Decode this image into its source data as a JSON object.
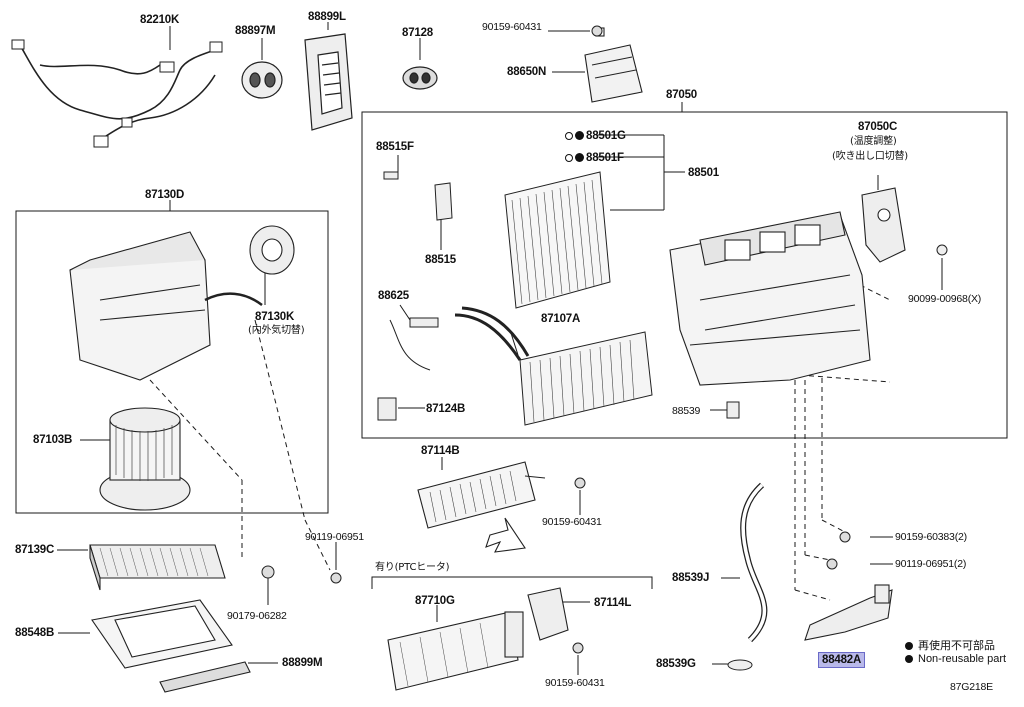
{
  "diagram_id": "87G218E",
  "parts": {
    "p82210K": "82210K",
    "p88897M": "88897M",
    "p88899L": "88899L",
    "p87128": "87128",
    "p9015960431_top": "90159-60431",
    "p88650N": "88650N",
    "p87050": "87050",
    "p87050C": "87050C",
    "p87050C_jp1": "(温度調整)",
    "p87050C_jp2": "(吹き出し口切替)",
    "p88515F": "88515F",
    "p88501G": "88501G",
    "p88501F": "88501F",
    "p88501": "88501",
    "p88515": "88515",
    "p88625": "88625",
    "p87107A": "87107A",
    "p87124B": "87124B",
    "p88539": "88539",
    "p90099": "90099-00968(X)",
    "p87130D": "87130D",
    "p87130K": "87130K",
    "p87130K_jp": "(内外気切替)",
    "p87103B": "87103B",
    "p87114B": "87114B",
    "p9015960431_mid": "90159-60431",
    "p9011906951_left": "90119-06951",
    "p9015960383": "90159-60383(2)",
    "p9011906951_right": "90119-06951(2)",
    "p87139C": "87139C",
    "p9017906282": "90179-06282",
    "p88548B": "88548B",
    "p88899M": "88899M",
    "ptc_title": "有り(PTCヒータ)",
    "p87710G": "87710G",
    "p87114L": "87114L",
    "p9015960431_bot": "90159-60431",
    "p88539J": "88539J",
    "p88539G": "88539G",
    "p88482A": "88482A"
  },
  "legend": {
    "jp": "再使用不可部品",
    "en": "Non-reusable part"
  }
}
